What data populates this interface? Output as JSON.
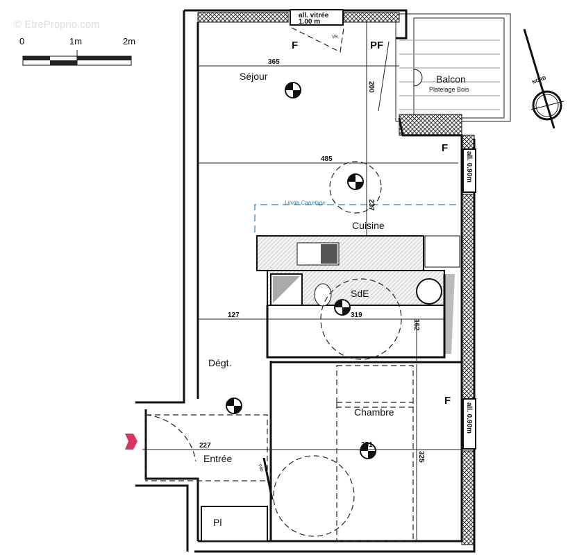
{
  "watermark": "© EtreProprio.com",
  "scale": {
    "zero": "0",
    "one": "1m",
    "two": "2m"
  },
  "compass": {
    "label": "NORD"
  },
  "rooms": {
    "sejour": "Séjour",
    "balcon": "Balcon",
    "balcon_sub": "Platelage Bois",
    "cuisine": "Cuisine",
    "sde": "SdE",
    "degt": "Dégt.",
    "chambre": "Chambre",
    "entree": "Entrée",
    "placard": "Pl"
  },
  "openings": {
    "top_window": [
      "all. vitrée",
      "1.00 m"
    ],
    "right_window_1": "all. 0.90m",
    "right_window_2": "all. 0.90m",
    "f_top": "F",
    "pf": "PF",
    "f_right": "F",
    "f_chambre": "F",
    "vr": "VR",
    "door": "P80"
  },
  "dimensions": {
    "d365": "365",
    "d200": "200",
    "d485": "485",
    "d237": "237",
    "d127": "127",
    "d319": "319",
    "d162": "162",
    "d227": "227",
    "d351": "351",
    "d325": "325"
  },
  "tile_limit": "Limite Carrelage",
  "colors": {
    "entry_arrow": "#d8345f",
    "tile_limit": "#3a7fa8"
  }
}
